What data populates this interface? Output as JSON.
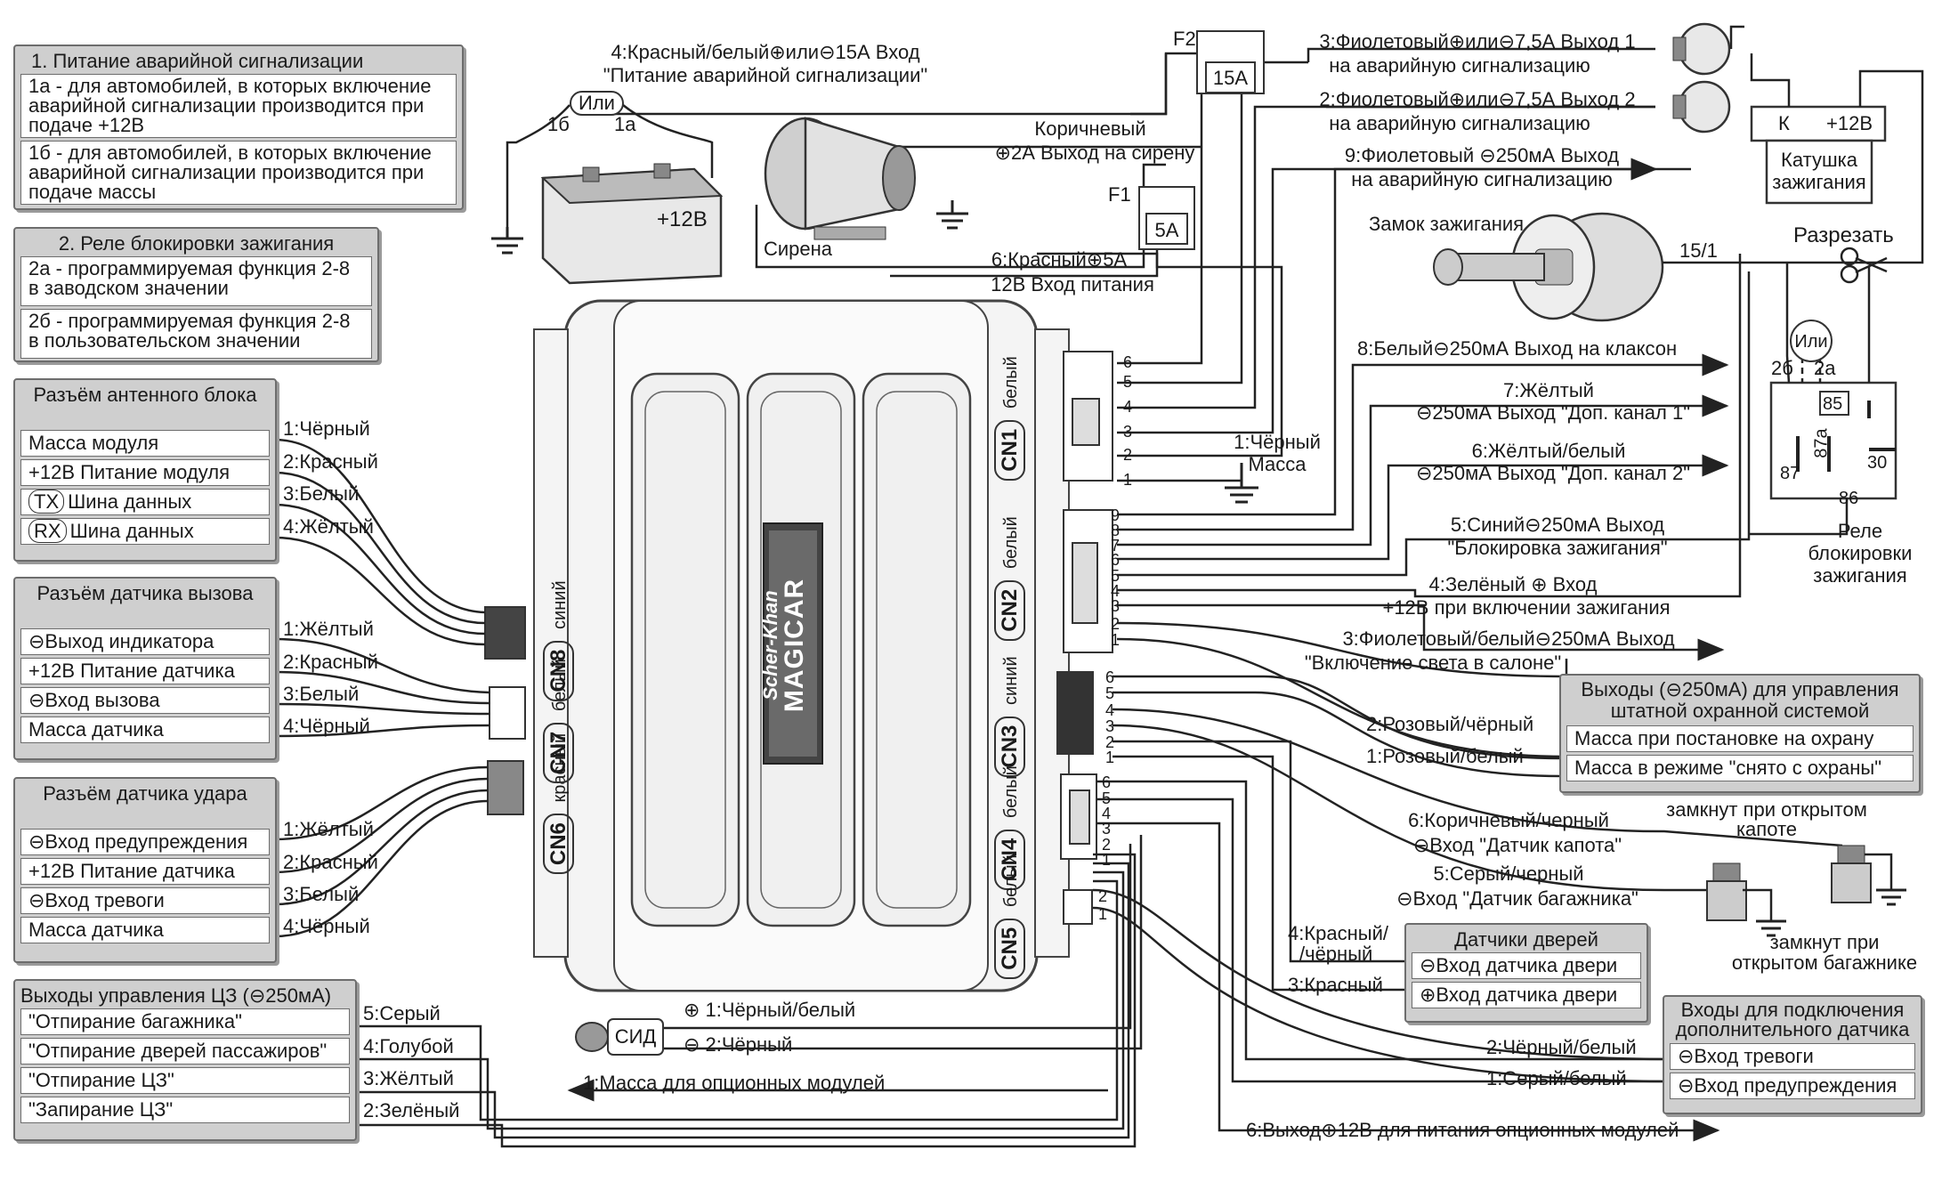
{
  "boxes": {
    "power_alarm": {
      "title": "1. Питание аварийной сигнализации",
      "rows": [
        "1а - для автомобилей, в которых включение аварийной сигнализации производится при подаче +12В",
        "1б - для автомобилей, в которых включение аварийной сигнализации производится при подаче массы"
      ]
    },
    "relay_block": {
      "title": "2. Реле блокировки зажигания",
      "rows": [
        "2а - программируемая функция 2-8 в заводском значении",
        "2б - программируемая функция 2-8 в пользовательском значении"
      ]
    },
    "antenna": {
      "title": "Разъём антенного блока",
      "rows": [
        "Масса модуля",
        "+12В Питание модуля",
        "Шина данных",
        "Шина данных"
      ],
      "tags": [
        "TX",
        "RX"
      ],
      "wires": [
        "1:Чёрный",
        "2:Красный",
        "3:Белый",
        "4:Жёлтый"
      ]
    },
    "call_sensor": {
      "title": "Разъём датчика вызова",
      "rows": [
        "⊖Выход индикатора",
        "+12В Питание датчика",
        "⊖Вход вызова",
        "Масса датчика"
      ],
      "wires": [
        "1:Жёлтый",
        "2:Красный",
        "3:Белый",
        "4:Чёрный"
      ]
    },
    "shock_sensor": {
      "title": "Разъём датчика удара",
      "rows": [
        "⊖Вход предупреждения",
        "+12В Питание датчика",
        "⊖Вход тревоги",
        "Масса датчика"
      ],
      "wires": [
        "1:Жёлтый",
        "2:Красный",
        "3:Белый",
        "4:Чёрный"
      ]
    },
    "central_lock": {
      "title": "Выходы управления ЦЗ (⊖250мА)",
      "rows": [
        "\"Отпирание багажника\"",
        "\"Отпирание дверей пассажиров\"",
        "\"Отпирание ЦЗ\"",
        "\"Запирание ЦЗ\""
      ],
      "wires": [
        "5:Серый",
        "4:Голубой",
        "3:Жёлтый",
        "2:Зелёный"
      ]
    },
    "security_out": {
      "title": "Выходы (⊖250мА) для управления штатной охранной системой",
      "rows": [
        "Масса при постановке на охрану",
        "Масса в режиме \"снято с охраны\""
      ]
    },
    "door_sensors": {
      "title": "Датчики дверей",
      "rows": [
        "⊖Вход датчика двери",
        "⊕Вход датчика двери"
      ]
    },
    "extra_sensor": {
      "title": "Входы для подключения дополнительного датчика",
      "rows": [
        "⊖Вход тревоги",
        "⊖Вход предупреждения"
      ]
    }
  },
  "module": {
    "brand": "Scher-Khan",
    "model": "MAGICAR",
    "connectors": [
      {
        "id": "CN1",
        "color": "белый"
      },
      {
        "id": "CN2",
        "color": "белый"
      },
      {
        "id": "CN3",
        "color": "синий"
      },
      {
        "id": "CN4",
        "color": "белый"
      },
      {
        "id": "CN5",
        "color": "белый"
      },
      {
        "id": "CN6",
        "color": "красный"
      },
      {
        "id": "CN7",
        "color": "белый"
      },
      {
        "id": "CN8",
        "color": "синий"
      }
    ]
  },
  "top": {
    "hazard_in": [
      "4:Красный/белый⊕или⊖15А Вход",
      "\"Питание аварийной сигнализации\""
    ],
    "or": "Или",
    "opt_1b": "1б",
    "opt_1a": "1а",
    "battery": "+12В",
    "siren": "Сирена",
    "siren_out": [
      "Коричневый",
      "⊕2А Выход на сирену"
    ],
    "fuse_f2": "F2",
    "fuse_f2_val": "15А",
    "fuse_f1": "F1",
    "fuse_f1_val": "5А",
    "power_in": [
      "6:Красный⊕5А",
      "12В Вход питания"
    ],
    "out1": [
      "3:Фиолетовый⊕или⊖7,5А Выход 1",
      "на аварийную сигнализацию"
    ],
    "out2": [
      "2:Фиолетовый⊕или⊖7,5А Выход 2",
      "на аварийную сигнализацию"
    ],
    "out9": [
      "9:Фиолетовый ⊖250мА Выход",
      "на аварийную сигнализацию"
    ],
    "coil": [
      "К",
      "+12В",
      "Катушка",
      "зажигания"
    ],
    "ign_lock": "Замок зажигания",
    "pos_15": "15/1",
    "cut": "Разрезать"
  },
  "cn1_ground": [
    "1:Чёрный",
    "Масса"
  ],
  "right": {
    "w8": "8:Белый⊖250мА Выход на клаксон",
    "w7": [
      "7:Жёлтый",
      "⊖250мА Выход \"Доп. канал 1\""
    ],
    "w6": [
      "6:Жёлтый/белый",
      "⊖250мА Выход \"Доп. канал 2\""
    ],
    "w5": [
      "5:Синий⊖250мА Выход",
      "\"Блокировка зажигания\""
    ],
    "w4": [
      "4:Зелёный ⊕ Вход",
      "+12В при включении зажигания"
    ],
    "w3": [
      "3:Фиолетовый/белый⊖250мА Выход",
      "\"Включение света в салоне\""
    ],
    "cn3_2": "2:Розовый/чёрный",
    "cn3_1": "1:Розовый/белый",
    "hood": [
      "6:Коричневый/черный",
      "⊖Вход \"Датчик капота\""
    ],
    "trunk": [
      "5:Серый/черный",
      "⊖Вход \"Датчик багажника\""
    ],
    "door_wire_4": [
      "4:Красный/",
      "/чёрный"
    ],
    "door_wire_3": "3:Красный",
    "hood_note": [
      "замкнут при открытом",
      "капоте"
    ],
    "trunk_note": [
      "замкнут при",
      "открытом багажнике"
    ],
    "cn5_2": "2:Чёрный/белый",
    "cn5_1": "1:Серый/белый",
    "opt_power": "6:Выход⊕12В для питания опционных модулей"
  },
  "relay": {
    "or": "Или",
    "opt_2b": "2б",
    "opt_2a": "2а",
    "pins": [
      "85",
      "87",
      "87а",
      "30",
      "86"
    ],
    "caption": [
      "Реле",
      "блокировки",
      "зажигания"
    ]
  },
  "bottom": {
    "led": "СИД",
    "led_1": "⊕ 1:Чёрный/белый",
    "led_2": "⊖ 2:Чёрный",
    "opt_ground": "1:Масса для опционных модулей"
  }
}
